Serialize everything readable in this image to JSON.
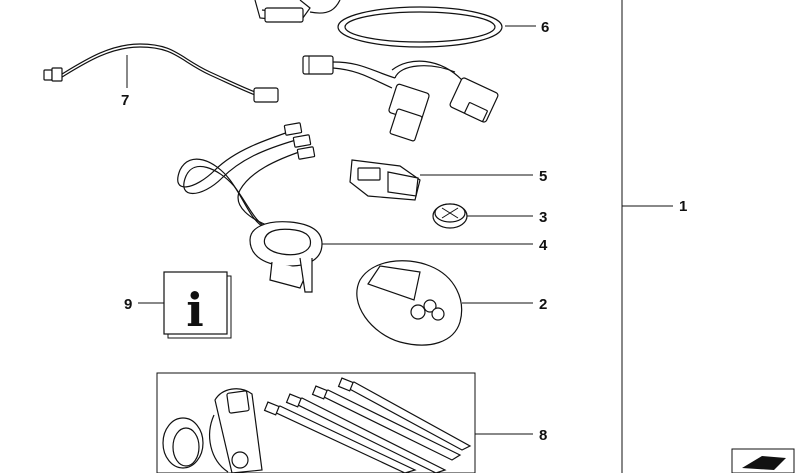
{
  "callouts": {
    "c1": "1",
    "c2": "2",
    "c3": "3",
    "c4": "4",
    "c5": "5",
    "c6": "6",
    "c7": "7",
    "c8": "8",
    "c9": "9"
  },
  "info_symbol": "i",
  "colors": {
    "ink": "#111111",
    "paper": "#ffffff"
  },
  "icons": [
    "wiring-harness-icon",
    "sensor-cable-icon",
    "connector-icon",
    "battery-icon",
    "display-unit-icon",
    "cable-tie-icon",
    "info-icon",
    "sensor-holder-icon"
  ]
}
